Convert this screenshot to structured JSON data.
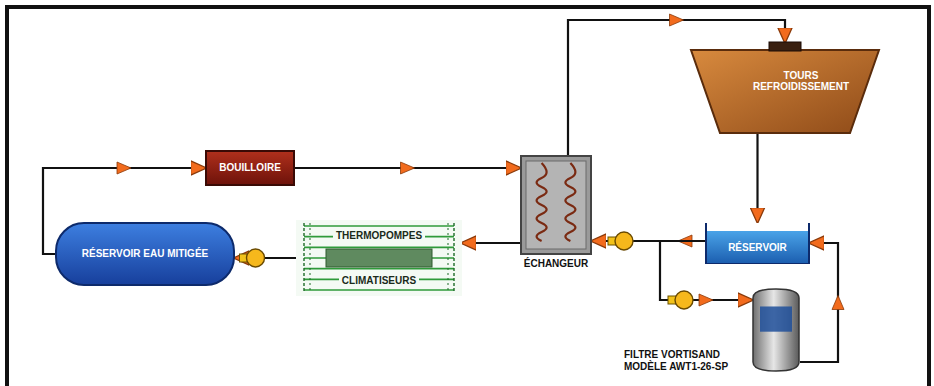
{
  "diagram": {
    "nodes": [
      {
        "text": [
          "RÉSERVOIR EAU MITIGÉE"
        ]
      },
      {
        "text": [
          "BOUILLOIRE"
        ]
      },
      {
        "text": [
          "THERMOPOMPES",
          "CLIMATISEURS"
        ]
      },
      {
        "text": [
          "ÉCHANGEUR"
        ]
      },
      {
        "text": [
          "TOURS REFROIDISSEMENT"
        ]
      },
      {
        "text": [
          "RÉSERVOIR"
        ]
      },
      {
        "text": [
          "FILTRE VORTISAND MODÈLE AWT1-26-SP"
        ]
      }
    ],
    "edges": [
      {
        "from": 0,
        "to": 1,
        "arrow": "to"
      },
      {
        "from": 1,
        "to": 3,
        "arrow": "to"
      },
      {
        "from": 3,
        "to": 2,
        "arrow": "to"
      },
      {
        "from": 2,
        "to": 0,
        "arrow": "to"
      },
      {
        "from": 3,
        "to": 4,
        "arrow": "to"
      },
      {
        "from": 4,
        "to": 5,
        "arrow": "to"
      },
      {
        "from": 5,
        "to": 3,
        "arrow": "to"
      },
      {
        "from": 5,
        "to": 6,
        "arrow": "to"
      },
      {
        "from": 6,
        "to": 5,
        "arrow": "to"
      }
    ]
  }
}
